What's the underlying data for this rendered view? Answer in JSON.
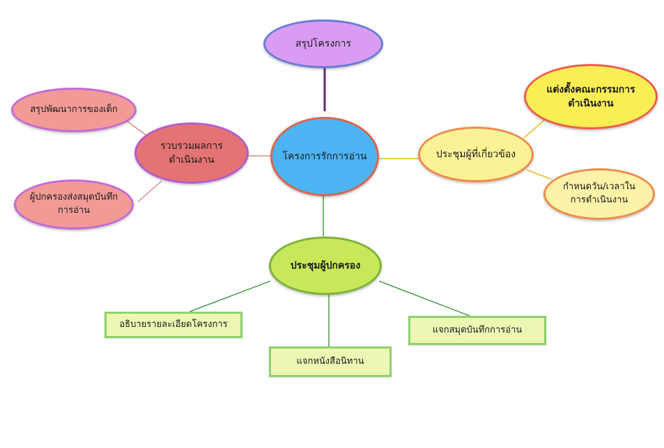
{
  "diagram": {
    "center": {
      "label": "โครงการรักการอ่าน",
      "fill": "#4db3f2",
      "border": "#d9664f"
    },
    "top": {
      "label": "สรุปโครงการ",
      "fill": "#d99cf2",
      "border": "#6a7cd6",
      "connector": "#5c2d6e"
    },
    "left_main": {
      "label": "รวบรวมผลการดำเนินงาน",
      "fill": "#e57373",
      "border": "#b55bd0",
      "connector": "#d88a8a"
    },
    "left_top": {
      "label": "สรุปพัฒนาการของเด็ก",
      "fill": "#f29a96",
      "border": "#c46ad6"
    },
    "left_bottom": {
      "label": "ผู้ปกครองส่งสมุดบันทึกการอ่าน",
      "fill": "#f29a96",
      "border": "#c46ad6"
    },
    "right_main": {
      "label": "ประชุมผู้ที่เกี่ยวข้อง",
      "fill": "#fbf296",
      "border": "#ef8c4c",
      "connector": "#f0c64a"
    },
    "right_top": {
      "label": "แต่งตั้งคณะกรรมการดำเนินงาน",
      "fill": "#fbee55",
      "border": "#ef5f4c"
    },
    "right_bottom": {
      "label": "กำหนดวัน/เวลาในการดำเนินงาน",
      "fill": "#fcf2a8",
      "border": "#ef8c4c"
    },
    "bottom_main": {
      "label": "ประชุมผู้ปกครอง",
      "fill": "#c7e85a",
      "border": "#7fb33a",
      "connector": "#4f9a4f"
    },
    "bottom_left": {
      "label": "อธิบายรายละเอียดโครงการ",
      "fill": "#eef6b4",
      "border": "#8fd06e"
    },
    "bottom_center": {
      "label": "แจกหนังสือนิทาน",
      "fill": "#eef6b4",
      "border": "#8fd06e"
    },
    "bottom_right": {
      "label": "แจกสมุดบันทึกการอ่าน",
      "fill": "#eef6b4",
      "border": "#8fd06e"
    }
  }
}
